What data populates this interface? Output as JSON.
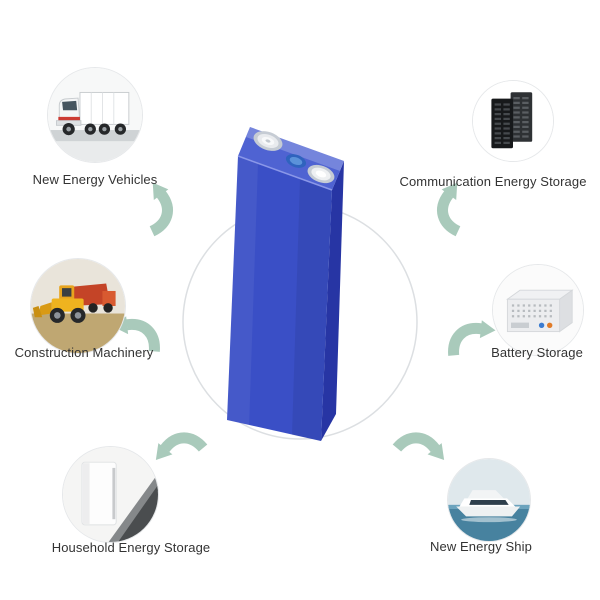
{
  "diagram": {
    "center": {
      "icon": "prismatic-battery-cell-icon"
    },
    "applications": [
      {
        "position": "top-left",
        "icon": "truck-icon",
        "label": "New Energy Vehicles"
      },
      {
        "position": "top-right",
        "icon": "battery-rack-icon",
        "label": "Communication Energy Storage"
      },
      {
        "position": "middle-left",
        "icon": "wheel-loader-icon",
        "label": "Construction Machinery"
      },
      {
        "position": "middle-right",
        "icon": "storage-cabinet-icon",
        "label": "Battery Storage"
      },
      {
        "position": "bottom-left",
        "icon": "wall-battery-icon",
        "label": "Household Energy Storage"
      },
      {
        "position": "bottom-right",
        "icon": "ship-icon",
        "label": "New Energy Ship"
      }
    ],
    "colors": {
      "background": "#ffffff",
      "arrow_green": "#a9cabb",
      "circle_outline": "#dcdfe2",
      "battery_blue": "#3a4fc6",
      "battery_blue_dark": "#2735a4",
      "battery_top": "#4f63d2",
      "label_text": "#333333"
    }
  }
}
